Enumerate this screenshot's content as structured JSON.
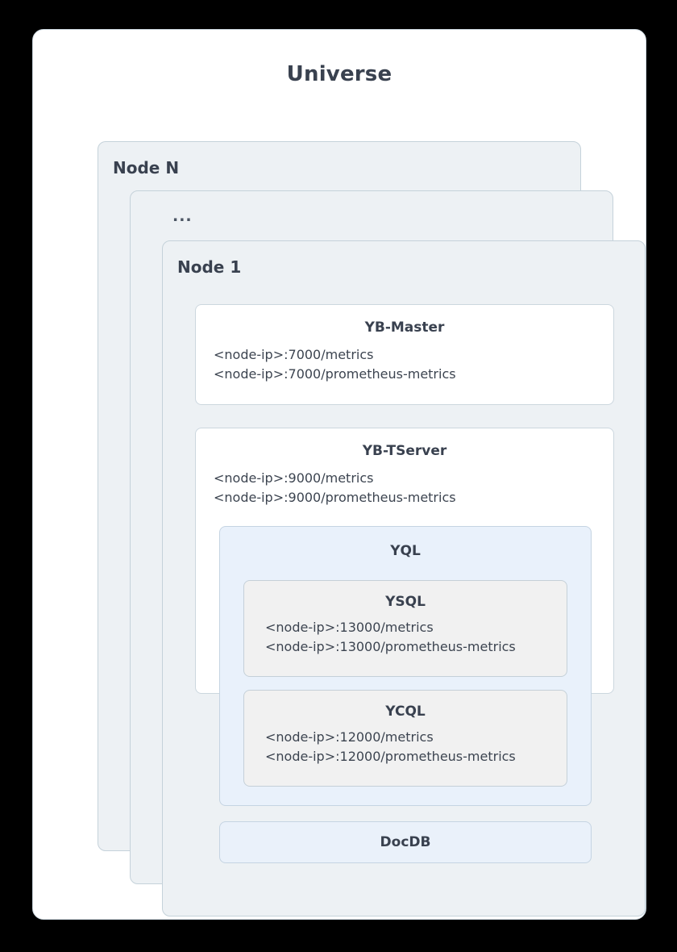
{
  "universe": {
    "title": "Universe"
  },
  "nodes": [
    {
      "label": "Node N"
    },
    {
      "label": "..."
    },
    {
      "label": "Node 1"
    }
  ],
  "components": {
    "yb_master": {
      "title": "YB-Master",
      "endpoints": "<node-ip>:7000/metrics\n<node-ip>:7000/prometheus-metrics"
    },
    "yb_tserver": {
      "title": "YB-TServer",
      "endpoints": "<node-ip>:9000/metrics\n<node-ip>:9000/prometheus-metrics"
    },
    "yql": {
      "title": "YQL"
    },
    "ysql": {
      "title": "YSQL",
      "endpoints": "<node-ip>:13000/metrics\n<node-ip>:13000/prometheus-metrics"
    },
    "ycql": {
      "title": "YCQL",
      "endpoints": "<node-ip>:12000/metrics\n<node-ip>:12000/prometheus-metrics"
    },
    "docdb": {
      "title": "DocDB"
    }
  },
  "colors": {
    "page_background": "#000000",
    "universe_card": "#ffffff",
    "node_card": "#edf1f4",
    "node_border": "#c5d2da",
    "component_white": "#ffffff",
    "yql_blue": "#e9f1fb",
    "query_layer_gray": "#f1f1f1",
    "docdb_blue": "#eaf1fa",
    "title_text": "#39414f",
    "body_text": "#3c4450"
  }
}
